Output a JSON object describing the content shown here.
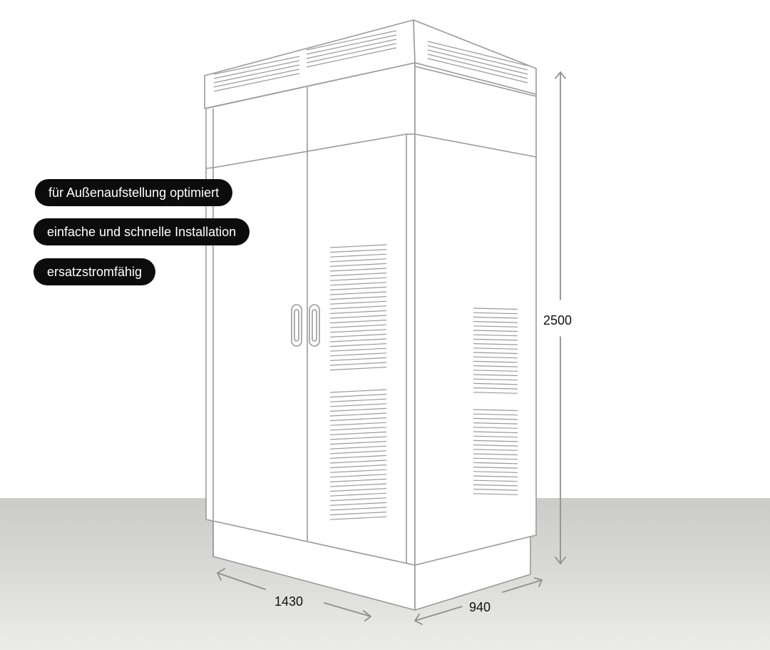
{
  "features": [
    "für Außenaufstellung optimiert",
    "einfache und schnelle Installation",
    "ersatzstromfähig"
  ],
  "dimensions": {
    "height": "2500",
    "width": "1430",
    "depth": "940"
  },
  "colors": {
    "line": "#9a9a9a",
    "pill_bg": "#0c0c0c",
    "floor": "#cbcbc7"
  }
}
